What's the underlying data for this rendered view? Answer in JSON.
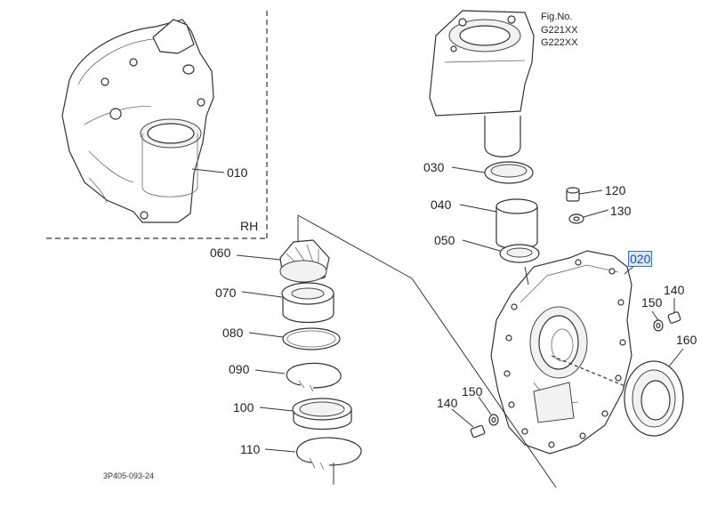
{
  "figure": {
    "fig_no_label": "Fig.No.",
    "fig_codes": [
      "G221XX",
      "G222XX"
    ],
    "side_label": "RH",
    "drawing_code": "3P405-093-24"
  },
  "parts": {
    "p010": "010",
    "p020": "020",
    "p030": "030",
    "p040": "040",
    "p050": "050",
    "p060": "060",
    "p070": "070",
    "p080": "080",
    "p090": "090",
    "p100": "100",
    "p110": "110",
    "p120": "120",
    "p130": "130",
    "p140a": "140",
    "p140b": "140",
    "p150a": "150",
    "p150b": "150",
    "p160": "160"
  },
  "selected_part": "020"
}
